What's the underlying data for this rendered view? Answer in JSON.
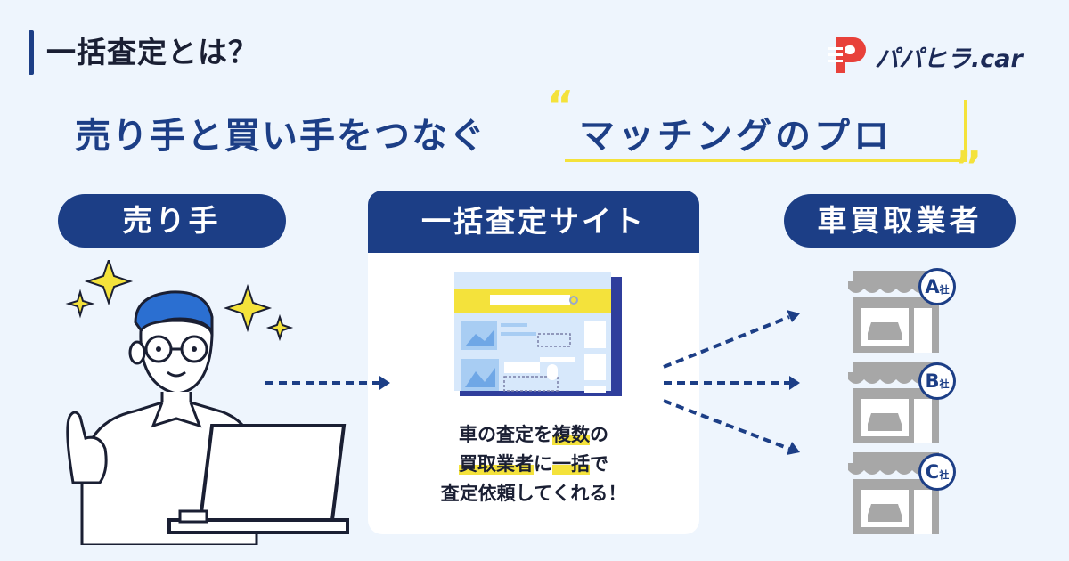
{
  "header": {
    "title": "一括査定とは？"
  },
  "logo": {
    "text": "パパヒラ.car"
  },
  "headline": {
    "prefix": "売り手と買い手をつなぐ",
    "highlight": "マッチングのプロ",
    "quote_open": "“",
    "quote_close": "”"
  },
  "seller": {
    "label": "売り手"
  },
  "site": {
    "label": "一括査定サイト",
    "desc_line1_a": "車の査定を",
    "desc_line1_mark": "複数",
    "desc_line1_b": "の",
    "desc_line2_mark": "買取業者",
    "desc_line2_a": "に",
    "desc_line2_mark2": "一括",
    "desc_line2_b": "で",
    "desc_line3": "査定依頼してくれる！"
  },
  "buyers": {
    "label": "車買取業者",
    "companies": [
      {
        "letter": "A",
        "suffix": "社"
      },
      {
        "letter": "B",
        "suffix": "社"
      },
      {
        "letter": "C",
        "suffix": "社"
      }
    ]
  },
  "colors": {
    "navy": "#1c3e86",
    "accent_yellow": "#f4e23b",
    "background": "#eef5fd",
    "store_gray": "#a7a7a7"
  }
}
